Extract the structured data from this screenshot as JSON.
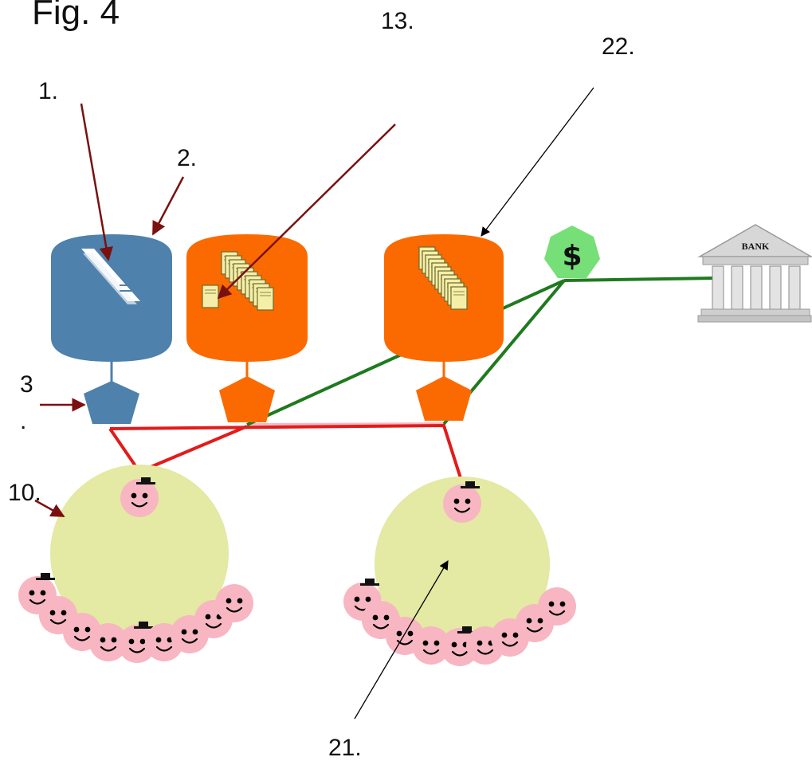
{
  "figure_title": "Fig. 4",
  "labels": {
    "l1": "1.",
    "l2": "2.",
    "l3a": "3",
    "l3b": ".",
    "l10": "10.",
    "l13": "13.",
    "l21": "21.",
    "l22": "22."
  },
  "bank": {
    "label": "BANK"
  },
  "coin": {
    "symbol": "$"
  },
  "colors": {
    "blue_db": "#4e81ab",
    "orange_db": "#fb6a00",
    "green_line": "#1f7a1f",
    "red_line": "#e21b1b",
    "pink_line": "#f6b8c1",
    "dark_arrow": "#7a1010",
    "group_circle": "#e4e9a3",
    "face": "#f7b6c2",
    "coin_green": "#77df77"
  },
  "icons": {
    "db1": "document-stack-icon",
    "db2": "document-stack-icon",
    "db3": "document-stack-icon",
    "coin": "dollar-coin-icon",
    "bank": "bank-building-icon",
    "face": "smiley-face-icon"
  }
}
